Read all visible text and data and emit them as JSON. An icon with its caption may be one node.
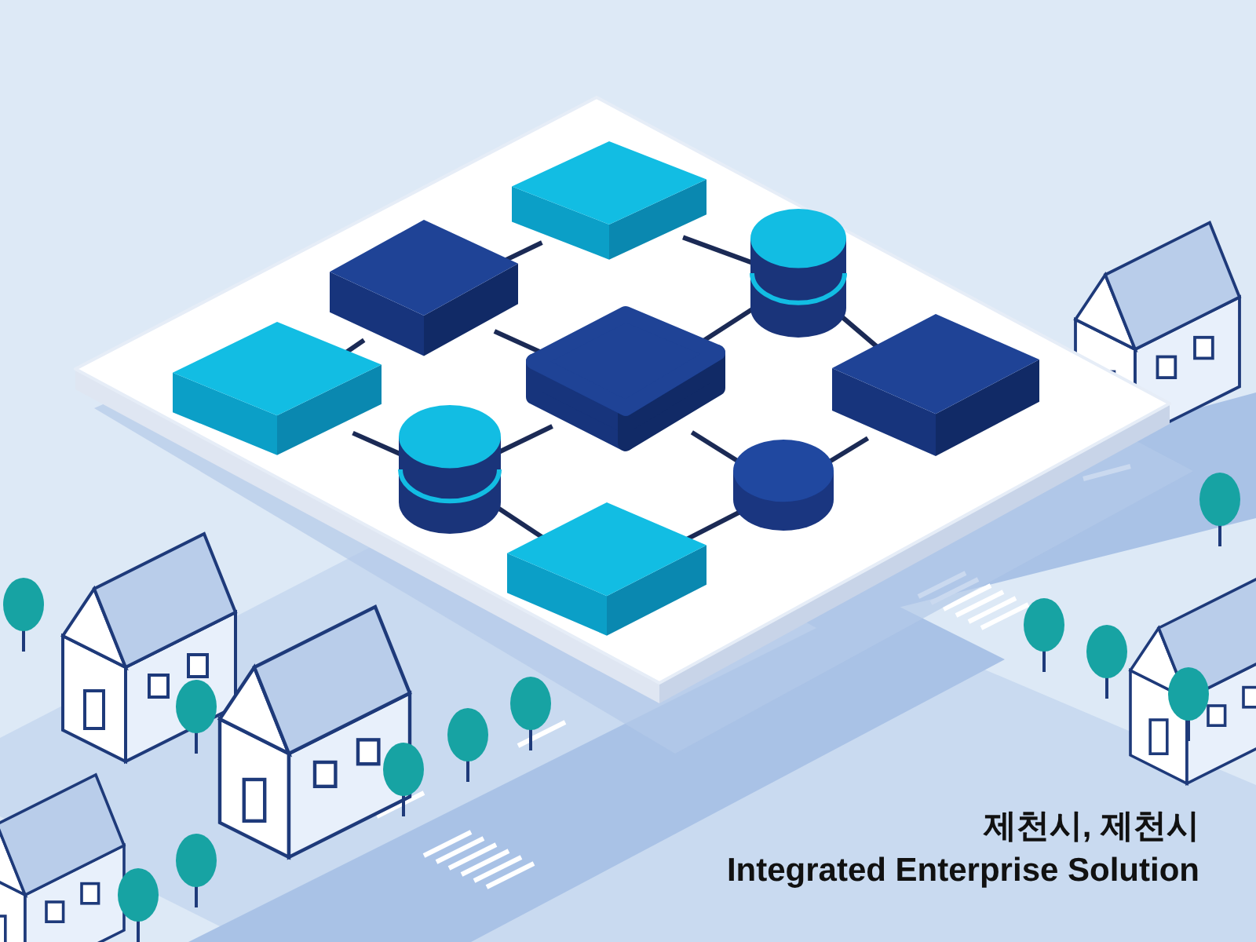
{
  "diagram": {
    "nodes": [
      {
        "text": [],
        "shape": "box"
      },
      {
        "text": [],
        "shape": "box"
      },
      {
        "text": [],
        "shape": "cylinder"
      },
      {
        "text": [],
        "shape": "box"
      },
      {
        "text": [],
        "shape": "box"
      },
      {
        "text": [],
        "shape": "box"
      },
      {
        "text": [],
        "shape": "cylinder"
      },
      {
        "text": [],
        "shape": "cylinder"
      },
      {
        "text": [],
        "shape": "box"
      }
    ],
    "edges": [
      {
        "from": 0,
        "to": 1,
        "arrow": "none"
      },
      {
        "from": 0,
        "to": 2,
        "arrow": "none"
      },
      {
        "from": 1,
        "to": 3,
        "arrow": "none"
      },
      {
        "from": 1,
        "to": 4,
        "arrow": "none"
      },
      {
        "from": 2,
        "to": 4,
        "arrow": "none"
      },
      {
        "from": 2,
        "to": 5,
        "arrow": "none"
      },
      {
        "from": 3,
        "to": 6,
        "arrow": "none"
      },
      {
        "from": 6,
        "to": 4,
        "arrow": "none"
      },
      {
        "from": 4,
        "to": 7,
        "arrow": "none"
      },
      {
        "from": 7,
        "to": 5,
        "arrow": "none"
      },
      {
        "from": 6,
        "to": 8,
        "arrow": "none"
      },
      {
        "from": 7,
        "to": 8,
        "arrow": "none"
      }
    ],
    "labels": [
      "제천시, 제천시",
      "Integrated Enterprise Solution"
    ]
  }
}
